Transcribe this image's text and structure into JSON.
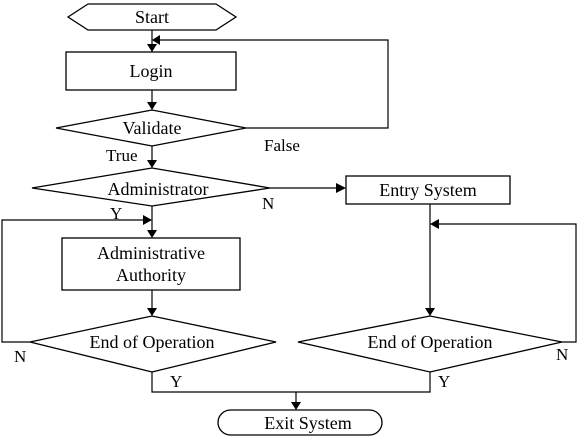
{
  "nodes": {
    "start": "Start",
    "login": "Login",
    "validate": "Validate",
    "administrator": "Administrator",
    "entry_system": "Entry System",
    "admin_authority_line1": "Administrative",
    "admin_authority_line2": "Authority",
    "end_operation_left": "End of Operation",
    "end_operation_right": "End of Operation",
    "exit_system": "Exit System"
  },
  "edges": {
    "validate_false": "False",
    "validate_true": "True",
    "administrator_yes": "Y",
    "administrator_no": "N",
    "left_end_no": "N",
    "left_end_yes": "Y",
    "right_end_no": "N",
    "right_end_yes": "Y"
  }
}
